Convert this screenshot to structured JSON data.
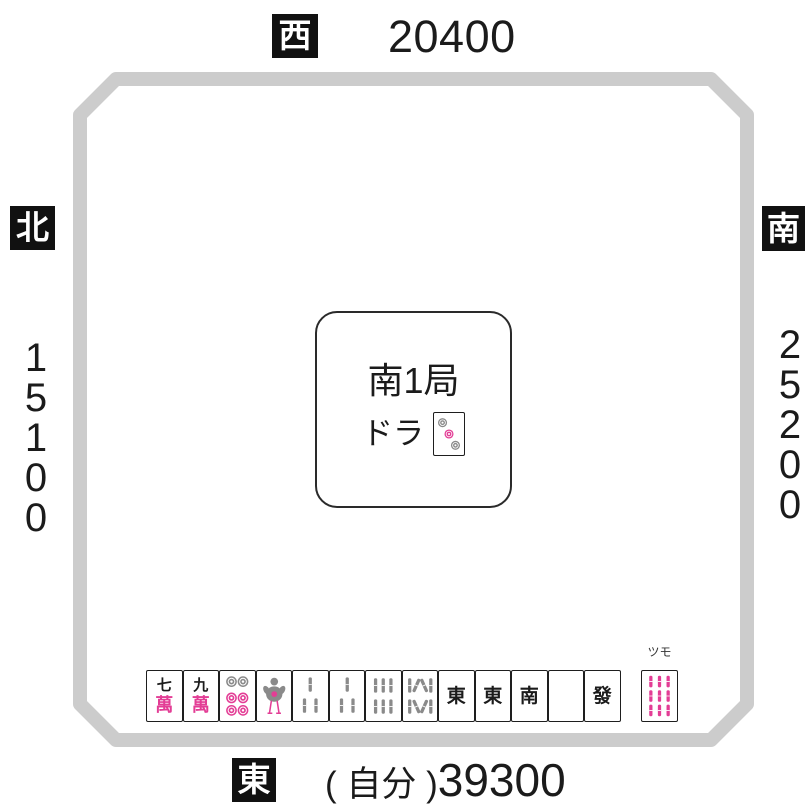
{
  "seats": {
    "west": {
      "wind": "西",
      "score": "20400"
    },
    "north": {
      "wind": "北",
      "score": "15100"
    },
    "south": {
      "wind": "南",
      "score": "25200"
    },
    "east": {
      "wind": "東",
      "label": "( 自分 )",
      "score": "39300"
    }
  },
  "round": {
    "title": "南1局",
    "dora_label": "ドラ",
    "dora_tile": {
      "icon": "pin-3-tile",
      "rank": 3
    }
  },
  "hand": {
    "tiles": [
      {
        "icon": "man-7-tile",
        "glyph_top": "七",
        "glyph_bottom": "萬"
      },
      {
        "icon": "man-9-tile",
        "glyph_top": "九",
        "glyph_bottom": "萬"
      },
      {
        "icon": "pin-6-tile",
        "rank": 6
      },
      {
        "icon": "sou-1-tile",
        "rank": 1
      },
      {
        "icon": "sou-3-tile",
        "rank": 3
      },
      {
        "icon": "sou-3-tile",
        "rank": 3
      },
      {
        "icon": "sou-6-tile",
        "rank": 6
      },
      {
        "icon": "sou-8-tile",
        "rank": 8
      },
      {
        "icon": "east-wind-tile",
        "glyph": "東"
      },
      {
        "icon": "east-wind-tile",
        "glyph": "東"
      },
      {
        "icon": "south-wind-tile",
        "glyph": "南"
      },
      {
        "icon": "white-dragon-tile"
      },
      {
        "icon": "green-dragon-tile",
        "glyph": "發"
      }
    ],
    "tsumo_label": "ツモ",
    "tsumo_tile": {
      "icon": "sou-9-tile",
      "rank": 9,
      "color": "#e33d95"
    }
  },
  "colors": {
    "accent_pink": "#e33d95",
    "tile_gray": "#8a8a8a",
    "table_border": "#cccccc",
    "wind_badge": "#111111"
  }
}
